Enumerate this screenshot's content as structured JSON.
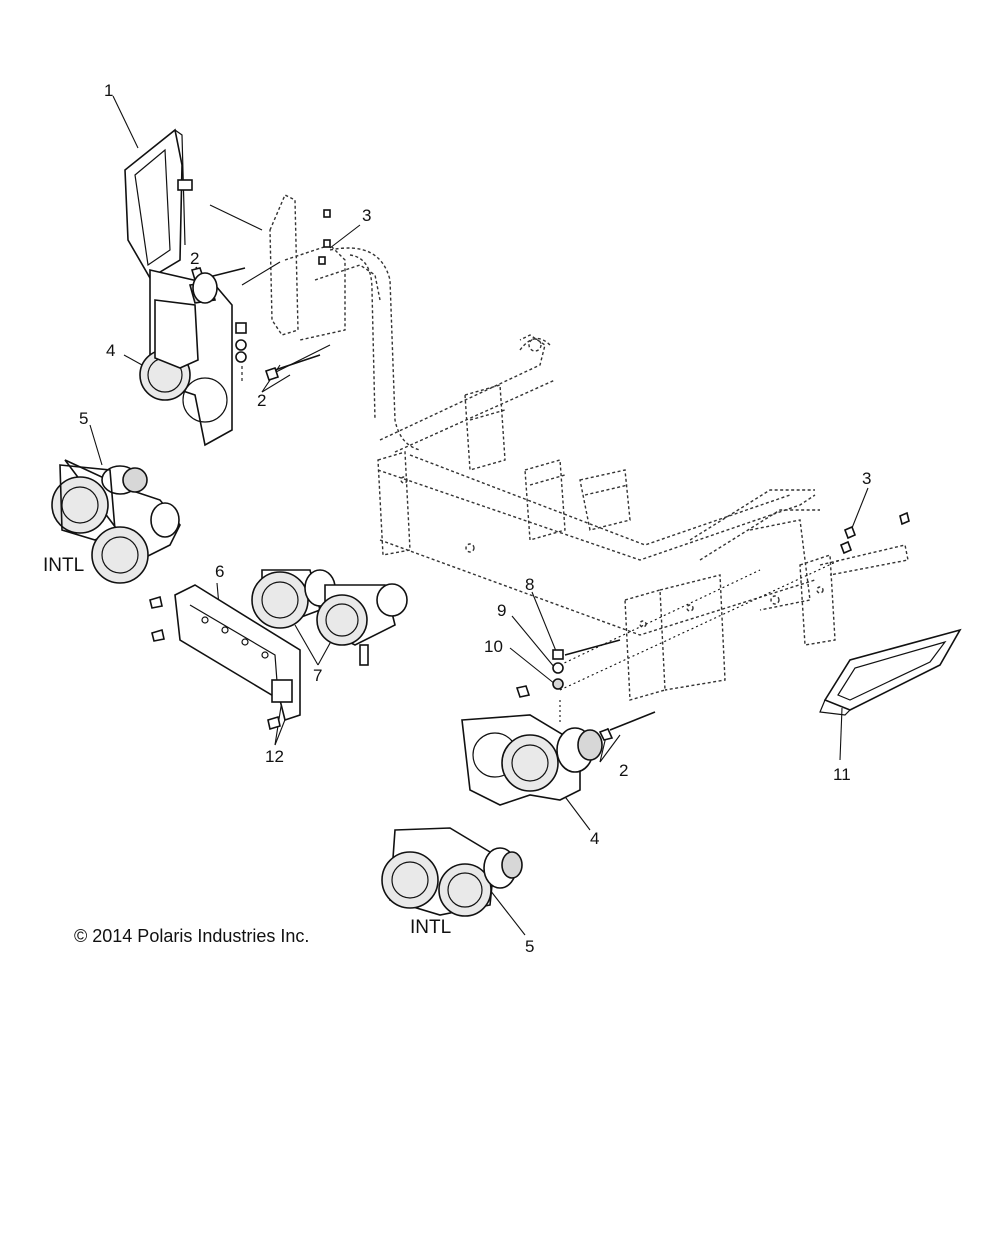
{
  "callouts": [
    {
      "id": "1",
      "text": "1"
    },
    {
      "id": "2a",
      "text": "2"
    },
    {
      "id": "3a",
      "text": "3"
    },
    {
      "id": "4a",
      "text": "4"
    },
    {
      "id": "2b",
      "text": "2"
    },
    {
      "id": "5a",
      "text": "5"
    },
    {
      "id": "6",
      "text": "6"
    },
    {
      "id": "7",
      "text": "7"
    },
    {
      "id": "12",
      "text": "12"
    },
    {
      "id": "8",
      "text": "8"
    },
    {
      "id": "9",
      "text": "9"
    },
    {
      "id": "10",
      "text": "10"
    },
    {
      "id": "3b",
      "text": "3"
    },
    {
      "id": "2c",
      "text": "2"
    },
    {
      "id": "11",
      "text": "11"
    },
    {
      "id": "4b",
      "text": "4"
    },
    {
      "id": "5b",
      "text": "5"
    }
  ],
  "notes": {
    "intl_left": "INTL",
    "intl_bottom": "INTL",
    "copyright": "© 2014 Polaris Industries Inc."
  }
}
